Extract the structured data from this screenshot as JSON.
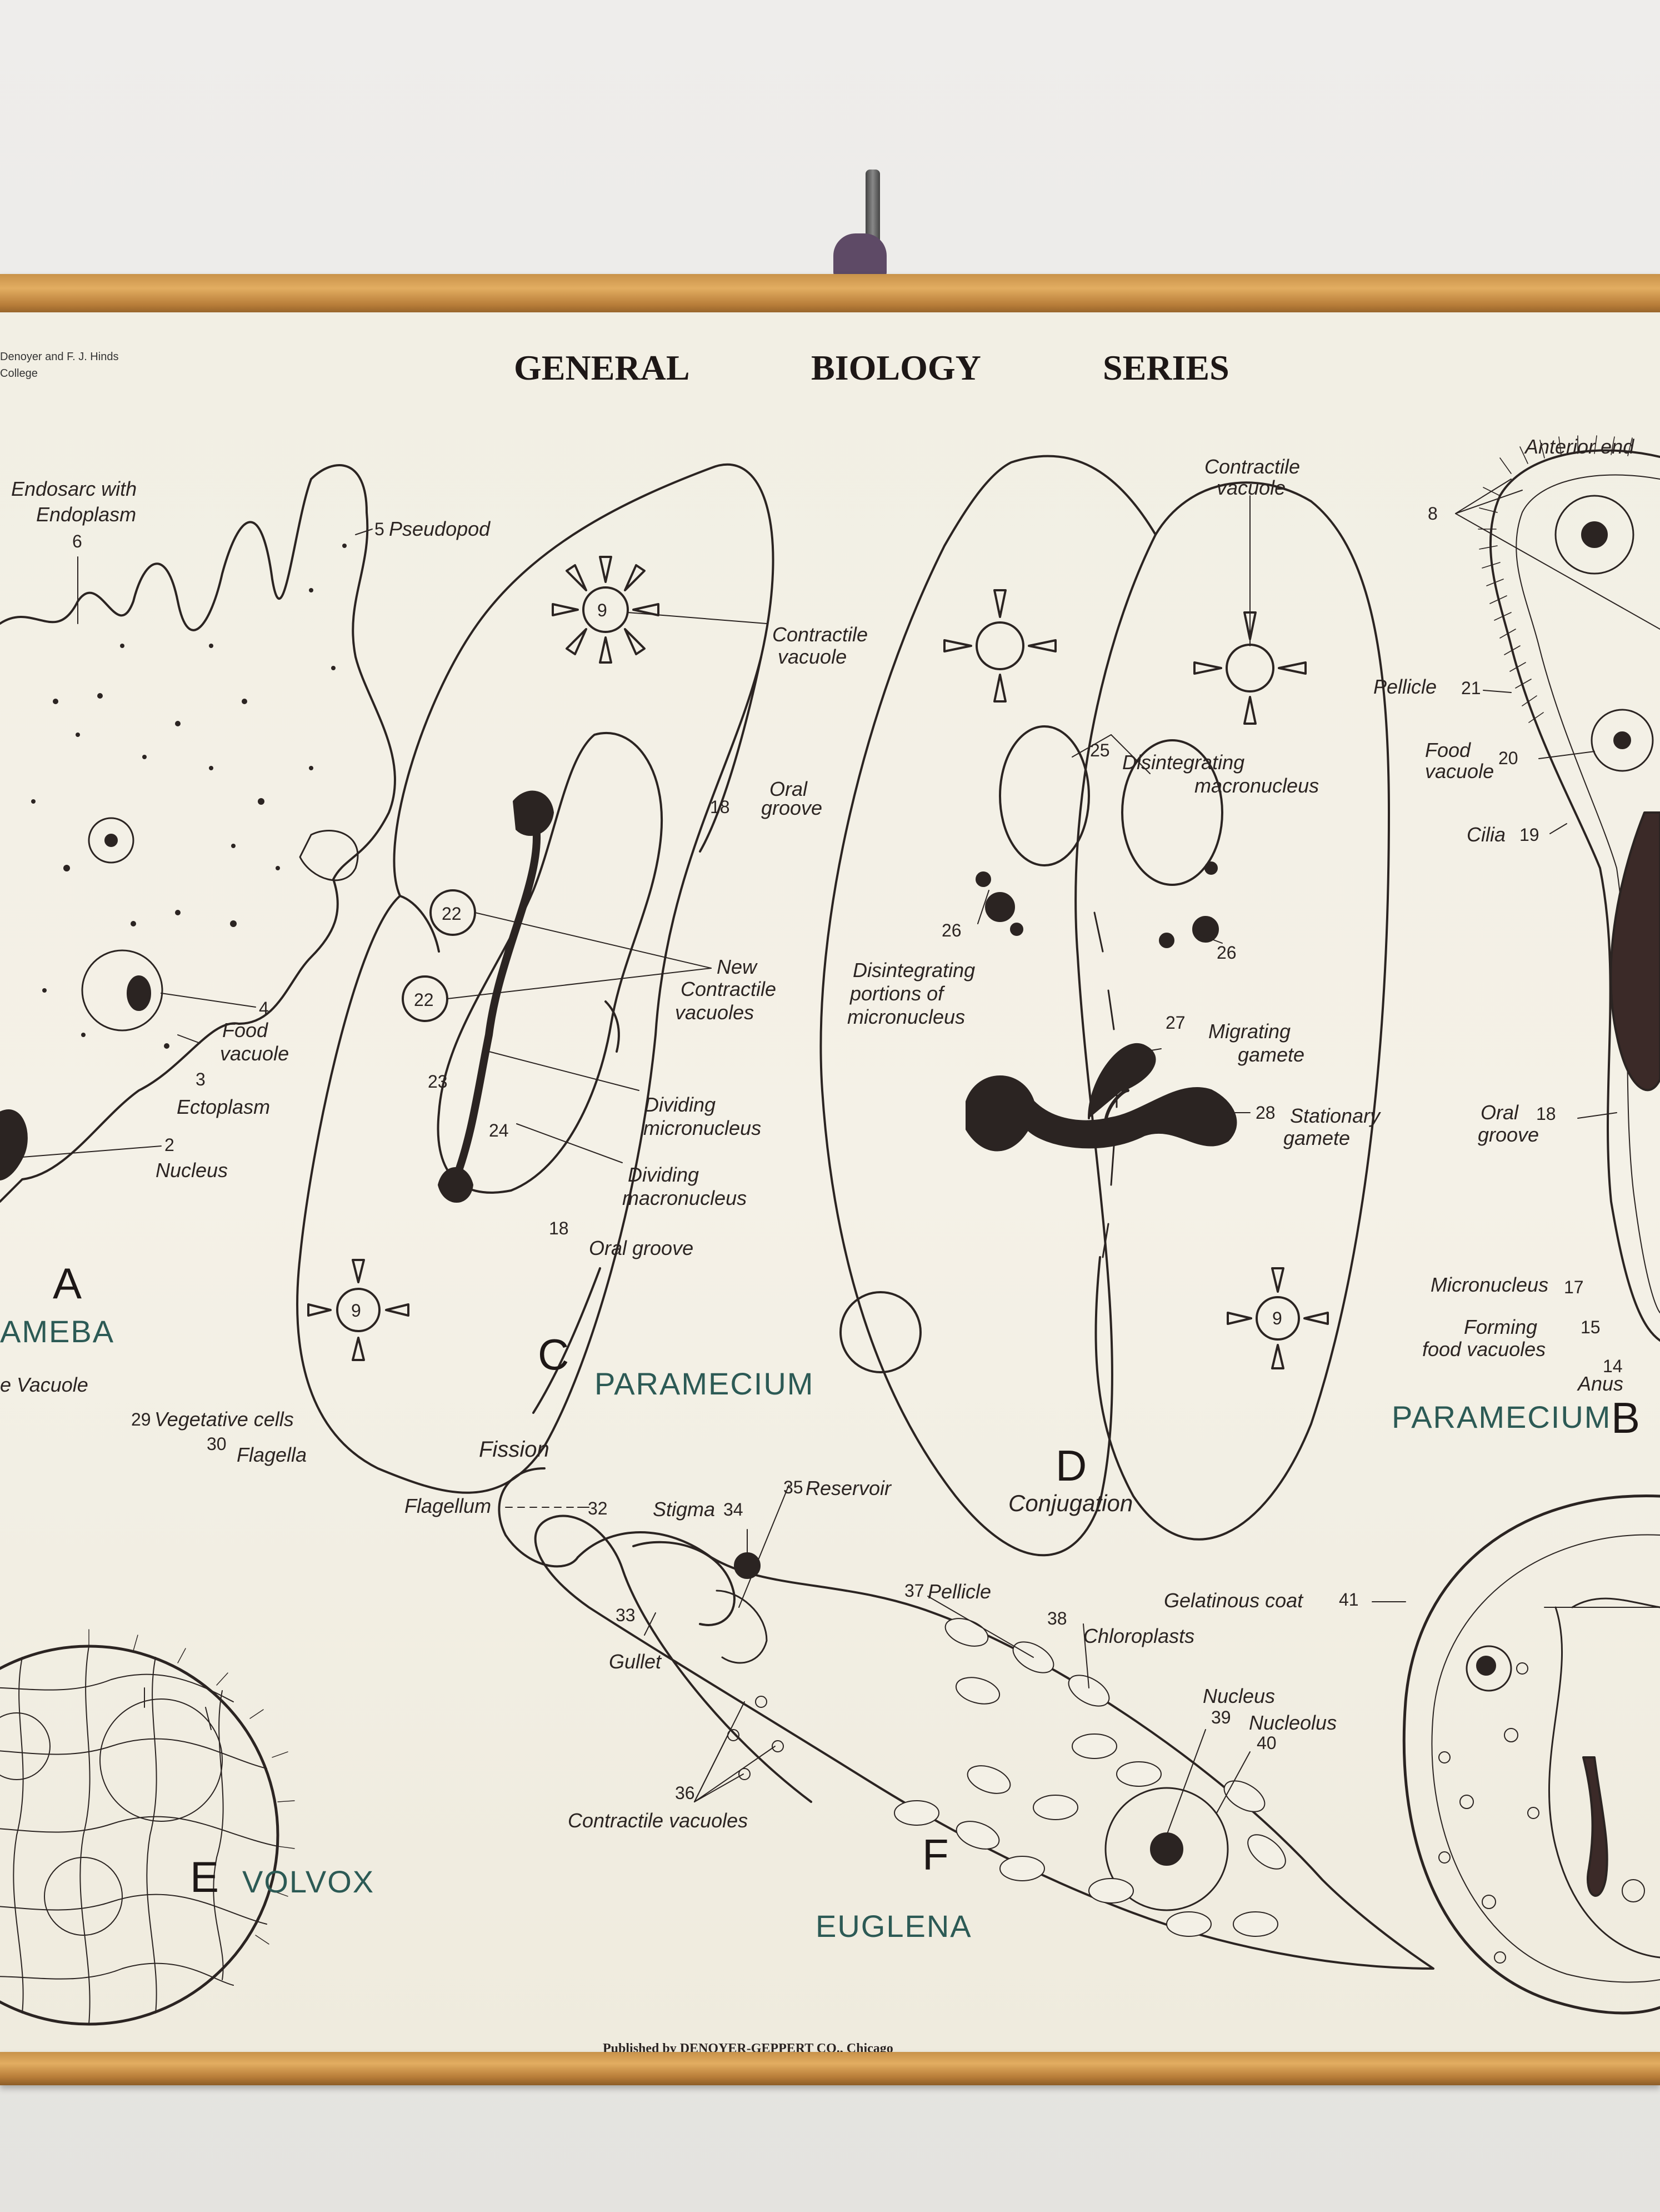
{
  "header": {
    "title_words": [
      "GENERAL",
      "BIOLOGY",
      "SERIES"
    ],
    "credit_line1": "Denoyer and F. J. Hinds",
    "credit_line2": "College"
  },
  "panels": {
    "A": {
      "letter": "A",
      "name": "AMEBA"
    },
    "B": {
      "letter": "B",
      "name": "PARAMECIUM"
    },
    "C": {
      "letter": "C",
      "name": "PARAMECIUM",
      "caption": "Fission"
    },
    "D": {
      "letter": "D",
      "caption": "Conjugation"
    },
    "E": {
      "letter": "E",
      "name": "VOLVOX"
    },
    "F": {
      "letter": "F",
      "name": "EUGLENA"
    }
  },
  "labels": {
    "ameba": {
      "endosarc": "Endosarc with",
      "endoplasm": "Endoplasm",
      "pseudopod": "Pseudopod",
      "food_vacuole_1": "Food",
      "food_vacuole_2": "vacuole",
      "ectoplasm": "Ectoplasm",
      "nucleus": "Nucleus",
      "n6": "6",
      "n5": "5",
      "n4": "4",
      "n3": "3",
      "n2": "2"
    },
    "fission": {
      "contractile_1": "Contractile",
      "contractile_2": "vacuole",
      "oral_1": "Oral",
      "oral_2": "groove",
      "new_1": "New",
      "new_2": "Contractile",
      "new_3": "vacuoles",
      "div_mic_1": "Dividing",
      "div_mic_2": "micronucleus",
      "div_mac_1": "Dividing",
      "div_mac_2": "macronucleus",
      "oral_groove": "Oral groove",
      "n9": "9",
      "n18": "18",
      "n22": "22",
      "n23": "23",
      "n24": "24"
    },
    "conjugation": {
      "contractile_1": "Contractile",
      "contractile_2": "vacuole",
      "disint_mac_1": "Disintegrating",
      "disint_mac_2": "macronucleus",
      "disint_mic_1": "Disintegrating",
      "disint_mic_2": "portions of",
      "disint_mic_3": "micronucleus",
      "migrating_1": "Migrating",
      "migrating_2": "gamete",
      "stationary_1": "Stationary",
      "stationary_2": "gamete",
      "n25": "25",
      "n26": "26",
      "n27": "27",
      "n28": "28",
      "n9": "9"
    },
    "paramecium_b": {
      "anterior": "Anterior end",
      "pellicle": "Pellicle",
      "food_1": "Food",
      "food_2": "vacuole",
      "cilia": "Cilia",
      "oral_1": "Oral",
      "oral_2": "groove",
      "micronucleus": "Micronucleus",
      "forming_1": "Forming",
      "forming_2": "food vacuoles",
      "anus": "Anus",
      "n8": "8",
      "n21": "21",
      "n20": "20",
      "n19": "19",
      "n18": "18",
      "n17": "17",
      "n15": "15",
      "n14": "14"
    },
    "volvox": {
      "vacuole": "e Vacuole",
      "vegetative": "Vegetative cells",
      "flagella": "Flagella",
      "n29": "29",
      "n30": "30"
    },
    "euglena": {
      "flagellum": "Flagellum",
      "stigma": "Stigma",
      "reservoir": "Reservoir",
      "pellicle": "Pellicle",
      "chloroplasts": "Chloroplasts",
      "gullet": "Gullet",
      "nucleus": "Nucleus",
      "nucleolus": "Nucleolus",
      "contractile": "Contractile vacuoles",
      "n32": "32",
      "n33": "33",
      "n34": "34",
      "n35": "35",
      "n36": "36",
      "n37": "37",
      "n38": "38",
      "n39": "39",
      "n40": "40"
    },
    "g": {
      "gelatinous": "Gelatinous coat",
      "n41": "41"
    }
  },
  "footer": {
    "publisher": "Published by DENOYER-GEPPERT CO., Chicago"
  },
  "colors": {
    "ink": "#2b2422",
    "accent": "#2c5a55",
    "paper": "#f3f0e6",
    "wood": "#d6a056",
    "wall": "#ecebe8"
  }
}
